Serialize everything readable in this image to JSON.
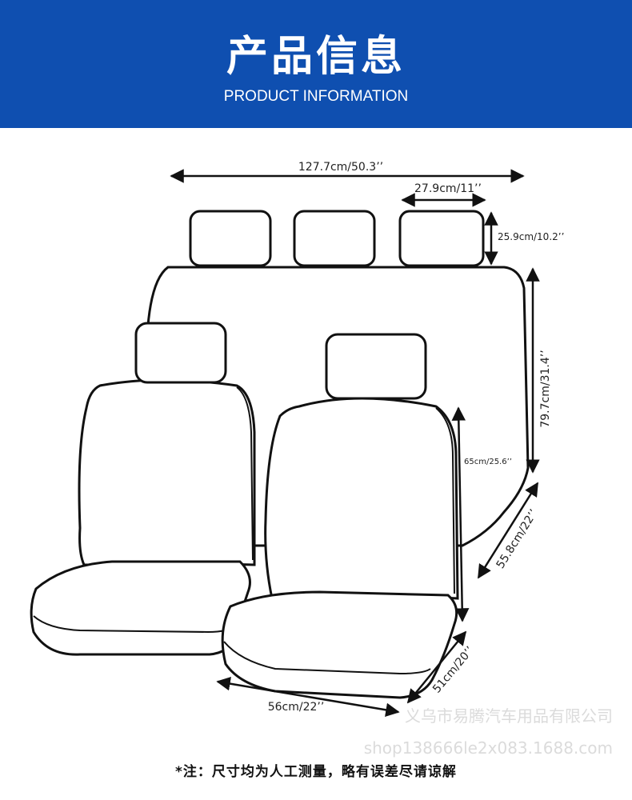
{
  "header": {
    "title": "产品信息",
    "subtitle": "PRODUCT INFORMATION"
  },
  "dimensions": {
    "rear_total_width": "127.7cm/50.3’’",
    "headrest_width": "27.9cm/11’’",
    "headrest_height": "25.9cm/10.2’’",
    "rear_back_height": "79.7cm/31.4’’",
    "front_back_height": "65cm/25.6’’",
    "rear_seat_depth": "55.8cm/22’’",
    "front_seat_depth": "51cm/20’’",
    "front_seat_width": "56cm/22’’"
  },
  "watermark": {
    "company": "义乌市易腾汽车用品有限公司",
    "shop": "shop138666le2x083.1688.com"
  },
  "footer": {
    "note": "*注：尺寸均为人工测量，略有误差尽请谅解"
  },
  "colors": {
    "banner": "#0f4fb0",
    "outline": "#111111"
  }
}
